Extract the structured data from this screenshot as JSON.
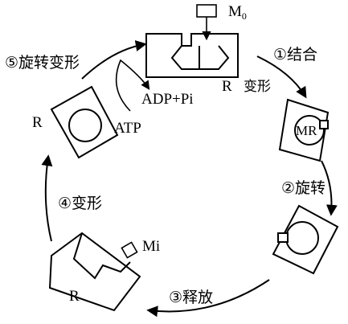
{
  "steps": {
    "step1": "①结合",
    "step2": "②旋转",
    "step3": "③释放",
    "step4": "④变形",
    "step5": "⑤旋转变形"
  },
  "labels": {
    "m0_base": "M",
    "m0_sub": "0",
    "mi": "Mi",
    "r_top": "R",
    "r_top_deform": "变形",
    "mr": "MR",
    "r_left": "R",
    "r_bottom": "R",
    "adp_pi": "ADP+Pi",
    "atp": "ATP"
  }
}
